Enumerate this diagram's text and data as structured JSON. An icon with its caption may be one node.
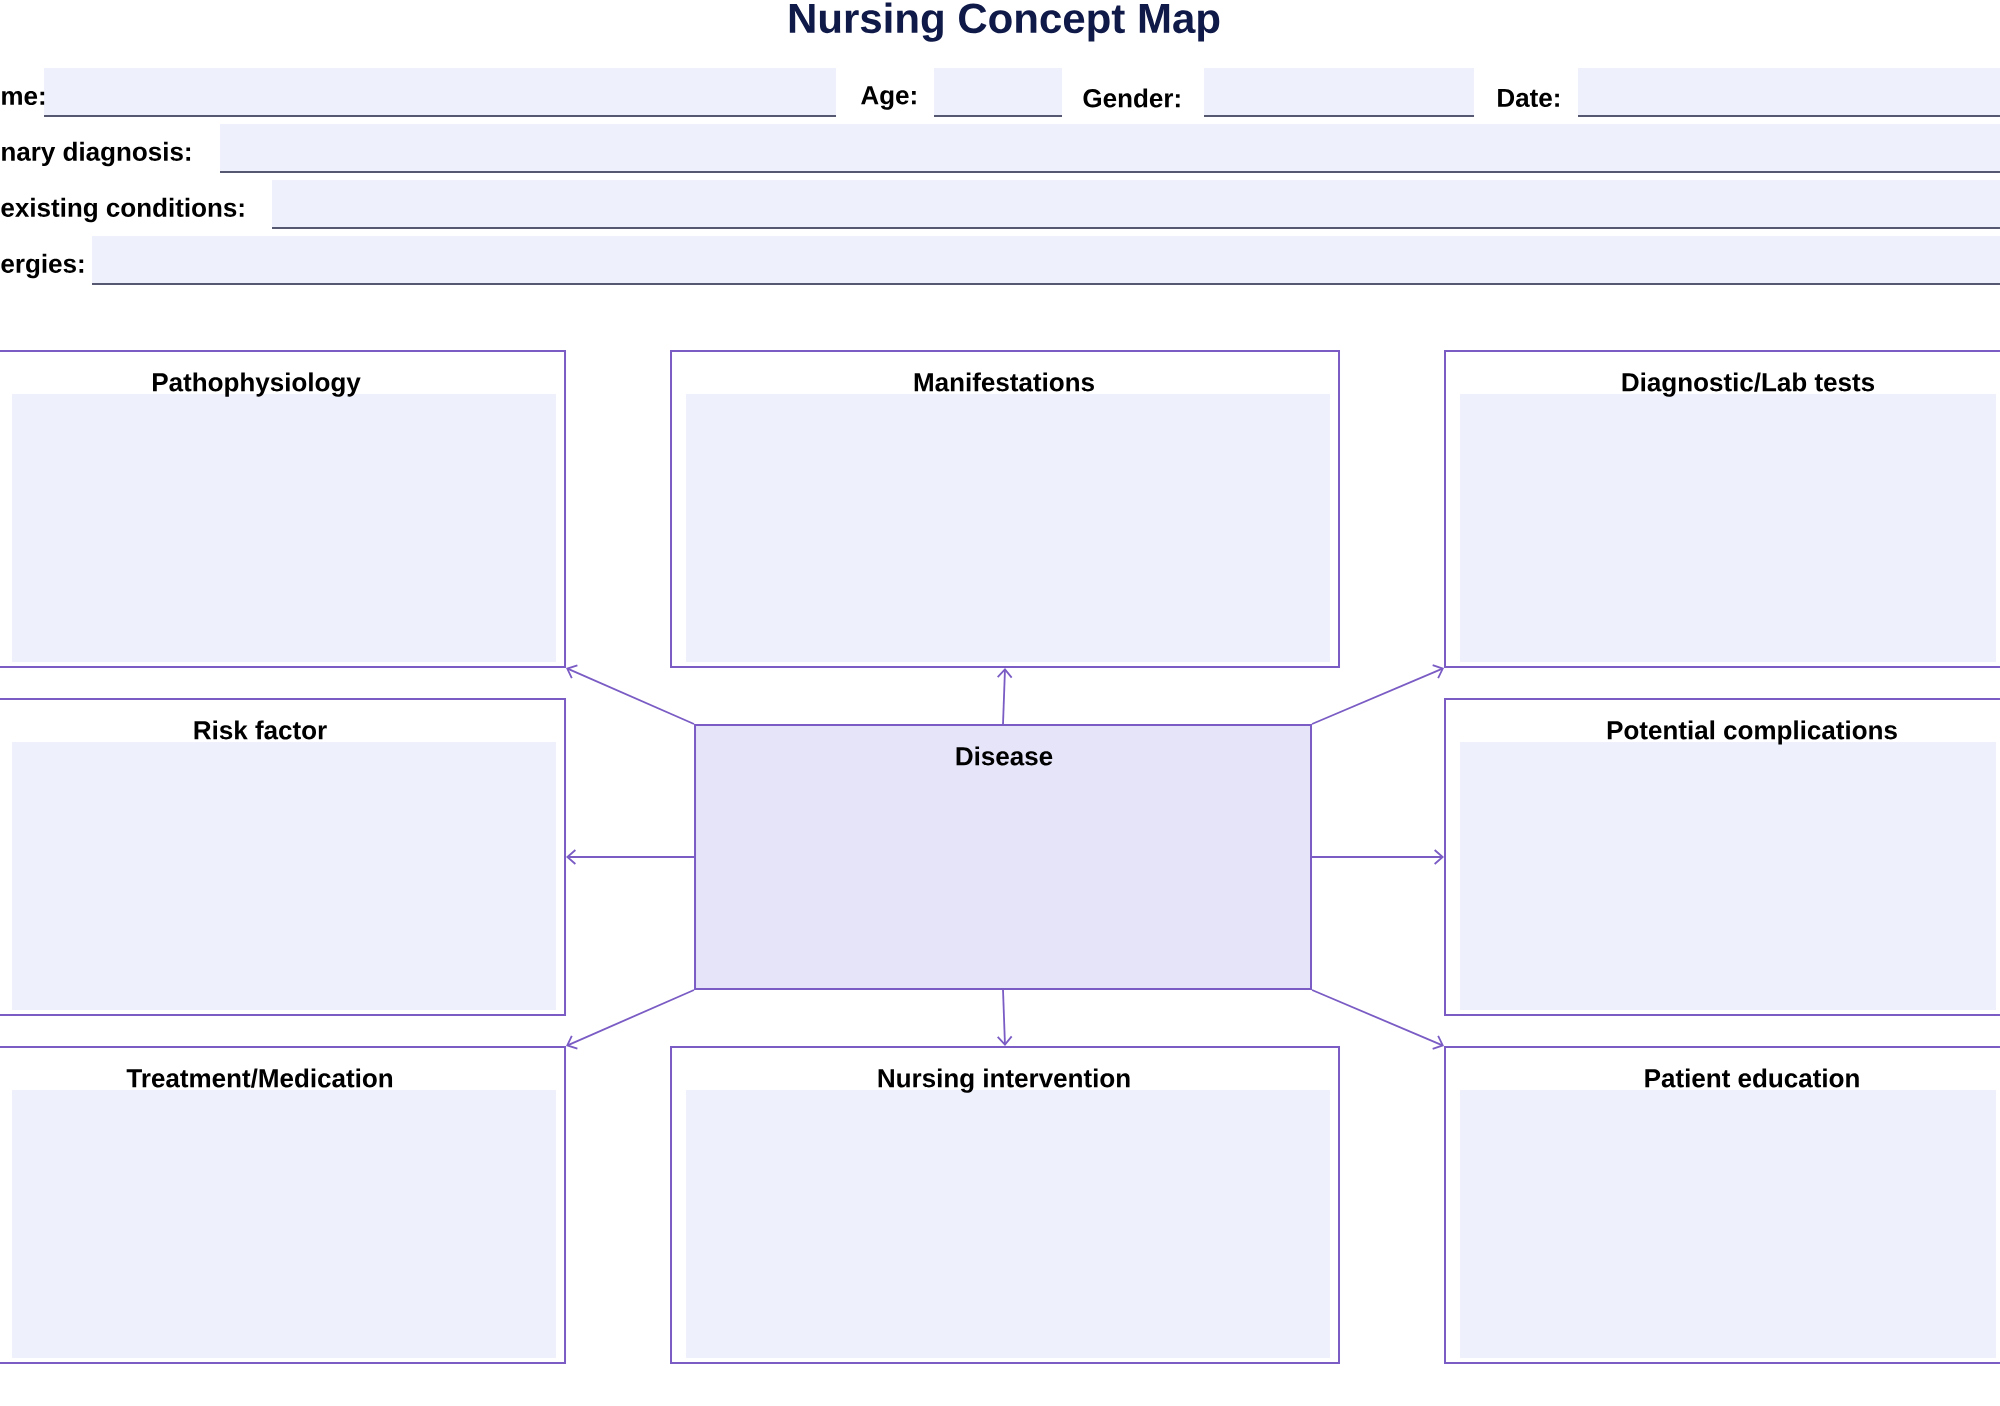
{
  "diagram": {
    "title": "Nursing Concept Map",
    "nodes": [
      {
        "text": [
          "Pathophysiology"
        ]
      },
      {
        "text": [
          "Manifestations"
        ]
      },
      {
        "text": [
          "Diagnostic/Lab tests"
        ]
      },
      {
        "text": [
          "Risk factor"
        ]
      },
      {
        "text": [
          "Disease"
        ]
      },
      {
        "text": [
          "Potential complications"
        ]
      },
      {
        "text": [
          "Treatment/Medication"
        ]
      },
      {
        "text": [
          "Nursing intervention"
        ]
      },
      {
        "text": [
          "Patient education"
        ]
      }
    ],
    "edges": [
      {
        "from": 4,
        "to": 0,
        "arrow": "to"
      },
      {
        "from": 4,
        "to": 1,
        "arrow": "to"
      },
      {
        "from": 4,
        "to": 2,
        "arrow": "to"
      },
      {
        "from": 4,
        "to": 3,
        "arrow": "to"
      },
      {
        "from": 4,
        "to": 5,
        "arrow": "to"
      },
      {
        "from": 4,
        "to": 6,
        "arrow": "to"
      },
      {
        "from": 4,
        "to": 7,
        "arrow": "to"
      },
      {
        "from": 4,
        "to": 8,
        "arrow": "to"
      }
    ],
    "labels": [
      "me:",
      "Age:",
      "Gender:",
      "Date:",
      "nary diagnosis:",
      "existing conditions:",
      "ergies:"
    ]
  }
}
